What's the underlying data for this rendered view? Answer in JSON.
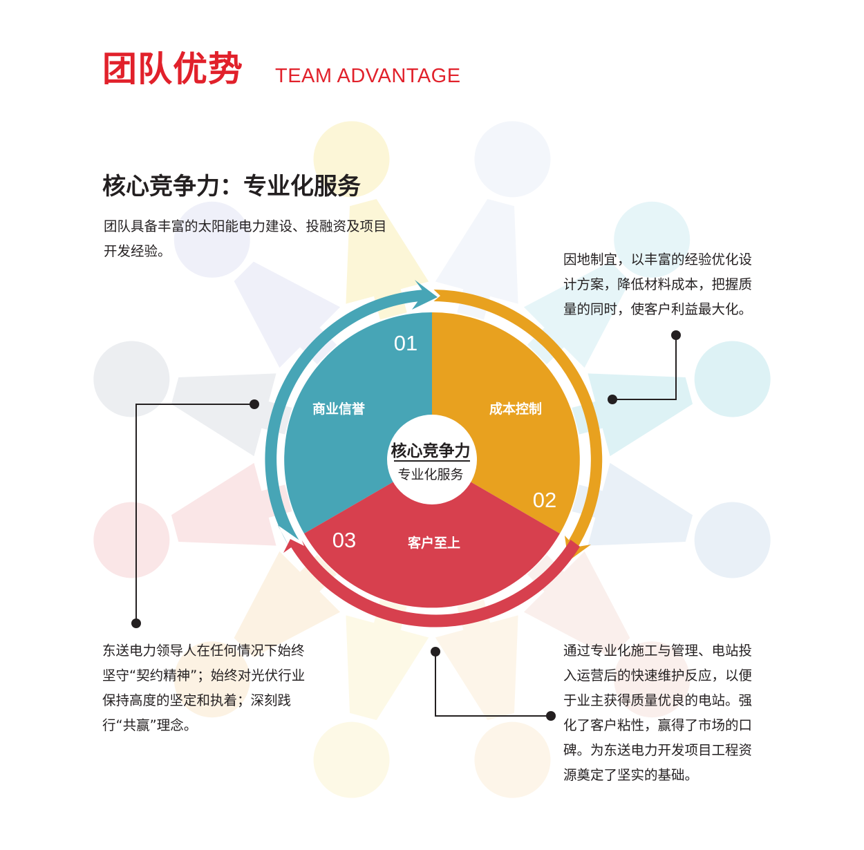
{
  "header": {
    "title_cn": "团队优势",
    "title_en": "TEAM ADVANTAGE"
  },
  "section": {
    "heading": "核心竞争力：专业化服务",
    "intro": "团队具备丰富的太阳能电力建设、投融资及项目开发经验。"
  },
  "diagram": {
    "center_title": "核心竞争力",
    "center_subtitle": "专业化服务",
    "segments": [
      {
        "number": "01",
        "label": "商业信誉",
        "color": "#47a5b6"
      },
      {
        "number": "02",
        "label": "成本控制",
        "color": "#e8a11f"
      },
      {
        "number": "03",
        "label": "客户至上",
        "color": "#d7404e"
      }
    ]
  },
  "callouts": {
    "cost_control": "因地制宜，以丰富的经验优化设计方案，降低材料成本，把握质量的同时，使客户利益最大化。",
    "business_reputation": "东送电力领导人在任何情况下始终坚守“契约精神”；始终对光伏行业保持高度的坚定和执着；深刻践行“共赢”理念。",
    "customer_first": "通过专业化施工与管理、电站投入运营后的快速维护反应，以便于业主获得质量优良的电站。强化了客户粘性，赢得了市场的口碑。为东送电力开发项目工程资源奠定了坚实的基础。"
  },
  "colors": {
    "brand_red": "#e1212b",
    "teal": "#47a5b6",
    "orange": "#e8a11f",
    "red": "#d7404e",
    "text": "#231f20"
  }
}
